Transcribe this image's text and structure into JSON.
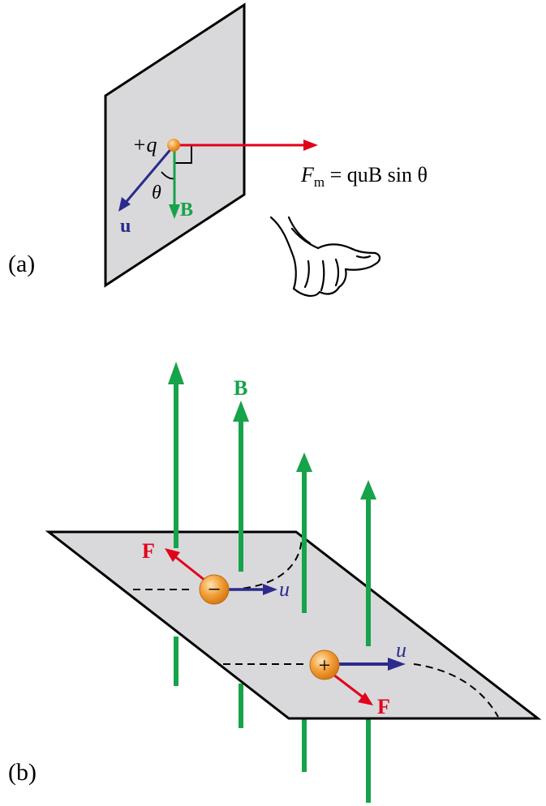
{
  "panel_a": {
    "label": "(a)",
    "charge_label": "+q",
    "theta_label": "θ",
    "velocity_label": "u",
    "field_label": "B",
    "formula_lhs": "F",
    "formula_sub": "m",
    "formula_rhs": " = quB sin θ"
  },
  "panel_b": {
    "label": "(b)",
    "field_label": "B",
    "negative_charge": {
      "symbol": "−",
      "force_label": "F",
      "velocity_label": "u"
    },
    "positive_charge": {
      "symbol": "+",
      "force_label": "F",
      "velocity_label": "u"
    }
  },
  "colors": {
    "force": "#e3001b",
    "velocity": "#2b2b8c",
    "field": "#16a34a",
    "plane": "#d9d9db",
    "charge": "#f2a03c"
  }
}
